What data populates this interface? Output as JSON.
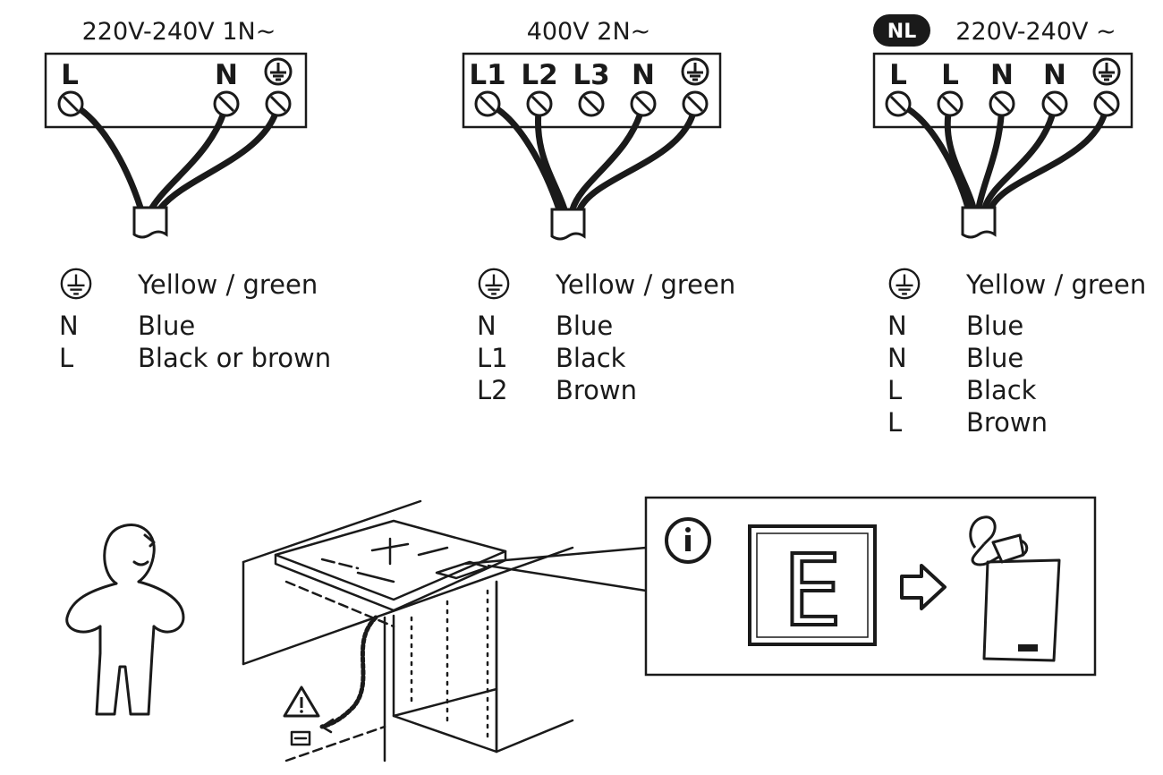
{
  "panels": [
    {
      "header": "220V-240V  1N~",
      "terminals": [
        "L",
        "N",
        "ground"
      ],
      "legend": [
        {
          "code": "ground",
          "color": "Yellow / green"
        },
        {
          "code": "N",
          "color": "Blue"
        },
        {
          "code": "L",
          "color": "Black or brown"
        }
      ]
    },
    {
      "header": "400V  2N~",
      "terminals": [
        "L1",
        "L2",
        "L3",
        "N",
        "ground"
      ],
      "legend": [
        {
          "code": "ground",
          "color": "Yellow / green"
        },
        {
          "code": "N",
          "color": "Blue"
        },
        {
          "code": "L1",
          "color": "Black"
        },
        {
          "code": "L2",
          "color": "Brown"
        }
      ]
    },
    {
      "badge": "NL",
      "header": "220V-240V  ~",
      "terminals": [
        "L",
        "L",
        "N",
        "N",
        "ground"
      ],
      "legend": [
        {
          "code": "ground",
          "color": "Yellow / green"
        },
        {
          "code": "N",
          "color": "Blue"
        },
        {
          "code": "N",
          "color": "Blue"
        },
        {
          "code": "L",
          "color": "Black"
        },
        {
          "code": "L",
          "color": "Brown"
        }
      ]
    }
  ],
  "display_letter": "E",
  "icons": {
    "ground": "ground-icon",
    "info": "info-icon",
    "warning": "warning-icon",
    "arrow": "arrow-right-icon",
    "manual": "manual-book-icon",
    "person": "person-icon",
    "hob": "induction-hob-icon"
  }
}
